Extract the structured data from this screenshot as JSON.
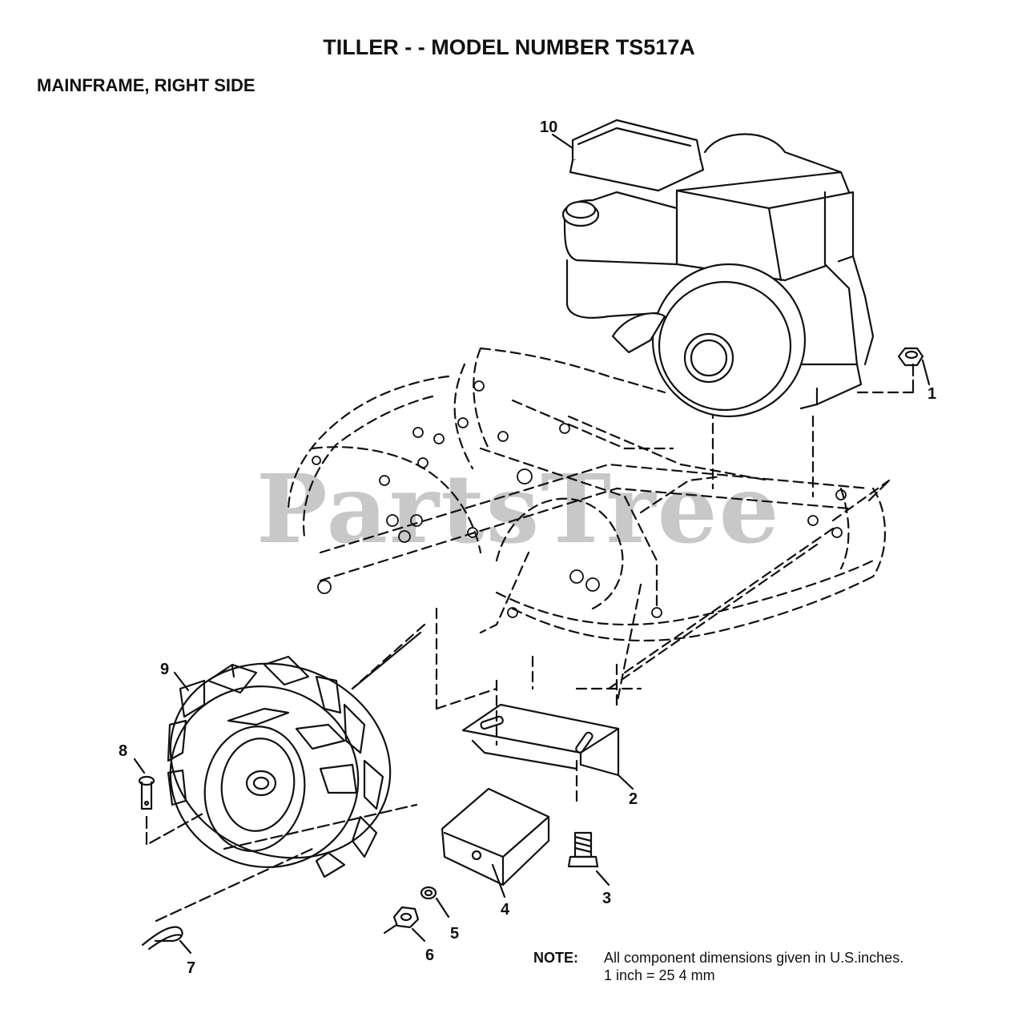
{
  "header": {
    "title": "TILLER - - MODEL NUMBER TS517A",
    "subtitle": "MAINFRAME, RIGHT SIDE"
  },
  "watermark": "PartsTree",
  "callouts": [
    {
      "id": "1",
      "part": "nut-icon"
    },
    {
      "id": "2",
      "part": "bracket-icon"
    },
    {
      "id": "3",
      "part": "bolt-icon"
    },
    {
      "id": "4",
      "part": "weight-icon"
    },
    {
      "id": "5",
      "part": "lock-washer-icon"
    },
    {
      "id": "6",
      "part": "hex-nut-icon"
    },
    {
      "id": "7",
      "part": "hairpin-clip-icon"
    },
    {
      "id": "8",
      "part": "clevis-pin-icon"
    },
    {
      "id": "9",
      "part": "wheel-icon"
    },
    {
      "id": "10",
      "part": "engine-icon"
    }
  ],
  "note": {
    "label": "NOTE:",
    "line1": "All component dimensions given in U.S.inches.",
    "line2": "1 inch = 25 4 mm"
  }
}
